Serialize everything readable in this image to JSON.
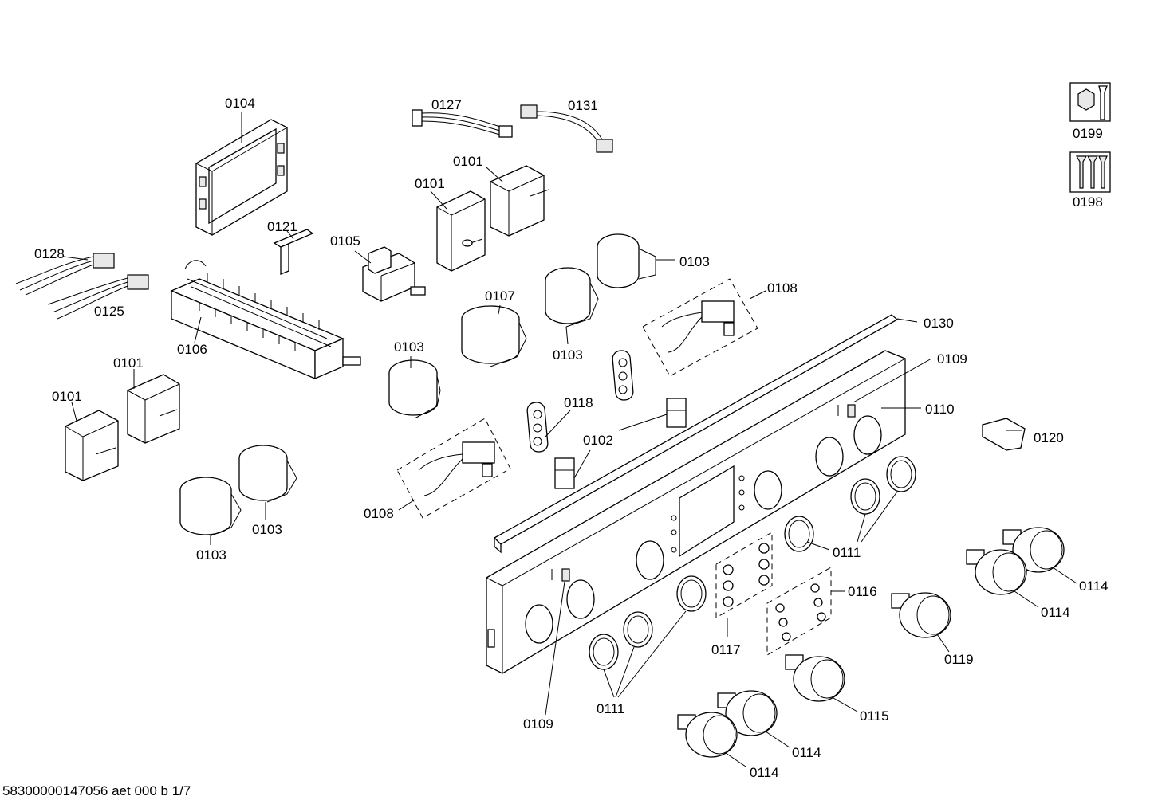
{
  "labels": {
    "l0104": "0104",
    "l0127": "0127",
    "l0131": "0131",
    "l0101a": "0101",
    "l0101b": "0101",
    "l0101c": "0101",
    "l0101d": "0101",
    "l0121": "0121",
    "l0105": "0105",
    "l0128": "0128",
    "l0125": "0125",
    "l0106": "0106",
    "l0103a": "0103",
    "l0103b": "0103",
    "l0103c": "0103",
    "l0103d": "0103",
    "l0103e": "0103",
    "l0107": "0107",
    "l0108a": "0108",
    "l0108b": "0108",
    "l0130": "0130",
    "l0109a": "0109",
    "l0109b": "0109",
    "l0110": "0110",
    "l0118": "0118",
    "l0102": "0102",
    "l0120": "0120",
    "l0111a": "0111",
    "l0111b": "0111",
    "l0116": "0116",
    "l0117": "0117",
    "l0114a": "0114",
    "l0114b": "0114",
    "l0114c": "0114",
    "l0114d": "0114",
    "l0119": "0119",
    "l0115": "0115",
    "l0199": "0199",
    "l0198": "0198"
  },
  "icons": {
    "tool_wrench": "wrench-nut-icon",
    "tool_screws": "screws-icon"
  },
  "footer": {
    "code": "58300000147056 aet 000 b 1/7"
  }
}
